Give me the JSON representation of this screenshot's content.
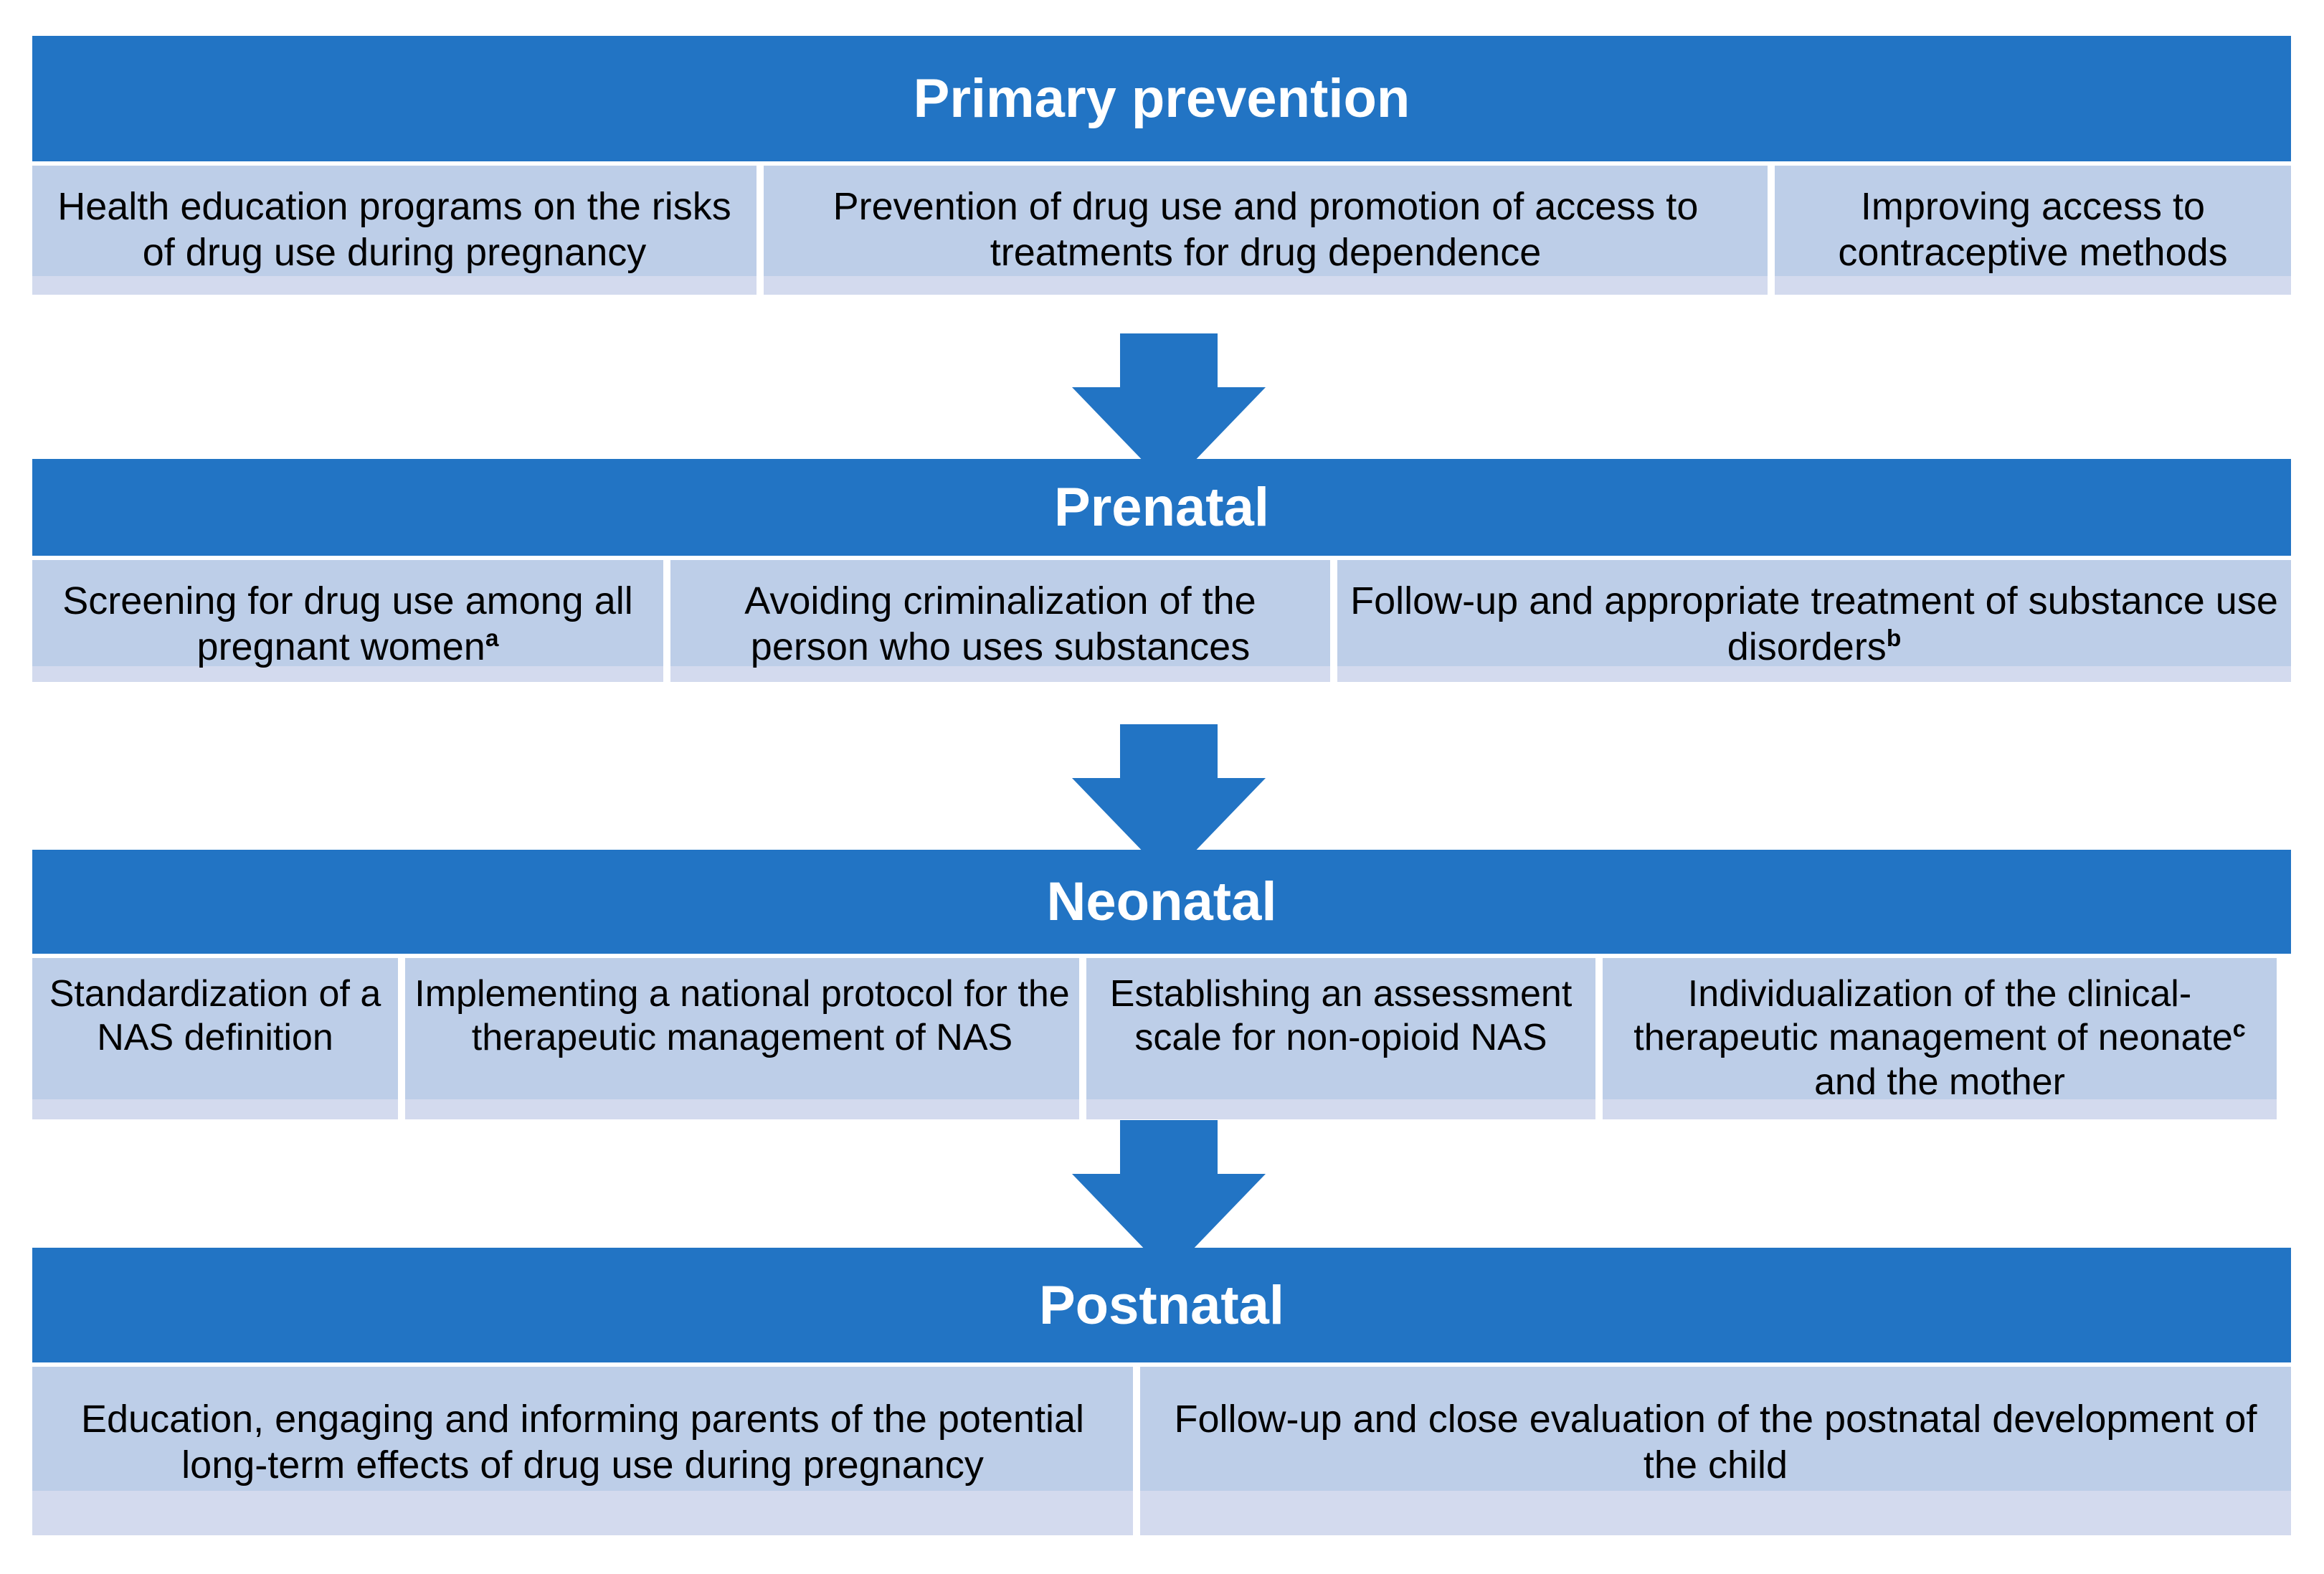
{
  "colors": {
    "header_blue": "#2274C4",
    "cell_blue": "#BDCEE8",
    "cell_band": "#D3DAEE",
    "arrow_blue": "#2274C4",
    "text": "#000000",
    "header_text": "#FFFFFF",
    "background": "#FFFFFF"
  },
  "sections": [
    {
      "title": "Primary prevention",
      "cells": [
        {
          "text": "Health education programs on the risks of drug use during pregnancy"
        },
        {
          "text": "Prevention of drug use and promotion of access to treatments for drug dependence"
        },
        {
          "text": "Improving access to contraceptive methods"
        }
      ]
    },
    {
      "title": "Prenatal",
      "cells": [
        {
          "text": "Screening for drug use among all pregnant women",
          "sup": "a"
        },
        {
          "text": "Avoiding criminalization of the person who uses substances"
        },
        {
          "text": "Follow-up and appropriate treatment of substance use disorders",
          "sup": "b"
        }
      ]
    },
    {
      "title": "Neonatal",
      "cells": [
        {
          "text": "Standardization of a NAS definition"
        },
        {
          "text": "Implementing a national protocol for the therapeutic management of NAS"
        },
        {
          "text": "Establishing an assessment scale for non-opioid NAS"
        },
        {
          "text": "Individualization of the clinical-therapeutic management of neonate",
          "sup": "c",
          "text_after": " and the mother"
        }
      ]
    },
    {
      "title": "Postnatal",
      "cells": [
        {
          "text": "Education, engaging and informing parents of the potential long-term effects of drug use during pregnancy"
        },
        {
          "text": "Follow-up and close evaluation of the postnatal development of the child"
        }
      ]
    }
  ],
  "arrows": [
    {
      "from": "Primary prevention",
      "to": "Prenatal",
      "direction": "down"
    },
    {
      "from": "Prenatal",
      "to": "Neonatal",
      "direction": "down"
    },
    {
      "from": "Neonatal",
      "to": "Postnatal",
      "direction": "down"
    }
  ]
}
